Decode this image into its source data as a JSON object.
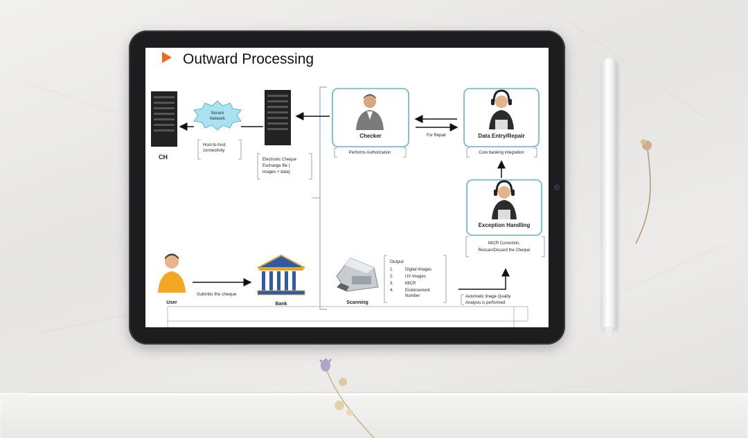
{
  "slide": {
    "title": "Outward Processing",
    "accent_color": "#f26522",
    "node_border_color": "#5bb6cf"
  },
  "nodes": {
    "ch": "CH",
    "secure_network": [
      "Secure",
      "Network"
    ],
    "host_to_host": [
      "Host-to-host",
      "connectivity"
    ],
    "electronic_cheque": [
      "Electronic Cheque",
      "Exchange file  (",
      "images + data)"
    ],
    "checker": "Checker",
    "performs_authorization": "Performs Authorization",
    "for_repair": "For Repair",
    "data_entry_repair": "Data Entry/Repair",
    "core_banking": "Core banking integration",
    "exception_handling": "Exception Handling",
    "micr_correction": [
      "MICR Correction,",
      "Rescan/Discard the Cheque"
    ],
    "user": "User",
    "submits_cheque": "Submits the cheque",
    "bank": "Bank",
    "scanning": "Scanning",
    "output_title": "Output",
    "output_items": [
      {
        "num": "1.",
        "text": "Digital Images"
      },
      {
        "num": "2.",
        "text": "UV Images"
      },
      {
        "num": "3.",
        "text": "MICR"
      },
      {
        "num": "4.",
        "text": "Endorsement"
      },
      {
        "num": "",
        "text": "Number"
      }
    ],
    "automatic_quality": [
      "Automatic Image Quality",
      "Analysis is performed"
    ]
  },
  "icons": {
    "server": "server-rack-icon",
    "cloud": "secure-network-burst-icon",
    "person": "person-icon",
    "headset": "headset-operator-icon",
    "bank": "bank-building-icon",
    "scanner": "cheque-scanner-icon",
    "play": "play-triangle-icon"
  }
}
